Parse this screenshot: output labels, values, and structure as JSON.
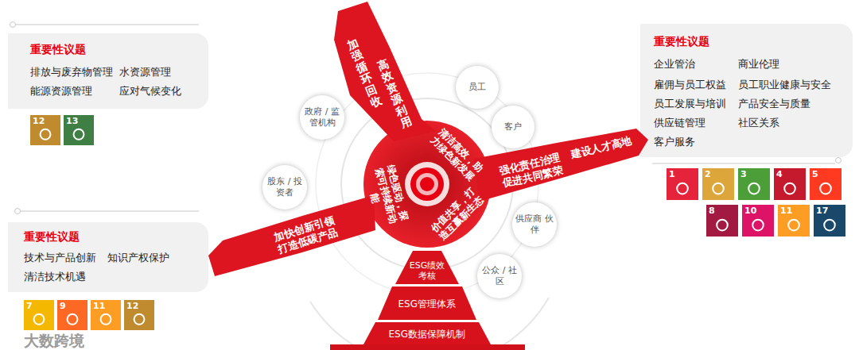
{
  "diagram": {
    "nodes": [
      {
        "text": [
          "重要性议题",
          "排放与废弃物管理",
          "水资源管理",
          "能源资源管理",
          "应对气候变化"
        ]
      },
      {
        "text": [
          "12"
        ]
      },
      {
        "text": [
          "13"
        ]
      },
      {
        "text": [
          "重要性议题",
          "技术与产品创新",
          "知识产权保护",
          "清洁技术机遇"
        ]
      },
      {
        "text": [
          "7"
        ]
      },
      {
        "text": [
          "9"
        ]
      },
      {
        "text": [
          "11"
        ]
      },
      {
        "text": [
          "12"
        ]
      },
      {
        "text": [
          "重要性议题",
          "企业管治",
          "商业伦理",
          "雇佣与员工权益",
          "员工职业健康与安全",
          "员工发展与培训",
          "产品安全与质量",
          "供应链管理",
          "社区关系",
          "客户服务"
        ]
      },
      {
        "text": [
          "1"
        ]
      },
      {
        "text": [
          "2"
        ]
      },
      {
        "text": [
          "3"
        ]
      },
      {
        "text": [
          "4"
        ]
      },
      {
        "text": [
          "5"
        ]
      },
      {
        "text": [
          "8"
        ]
      },
      {
        "text": [
          "10"
        ]
      },
      {
        "text": [
          "11"
        ]
      },
      {
        "text": [
          "17"
        ]
      },
      {
        "text": [
          "加强循环回收",
          "高效资源利用"
        ]
      },
      {
        "text": [
          "强化责任治理 促进共同繁荣",
          "建设人才高地"
        ]
      },
      {
        "text": [
          "加快创新引领 打造低碳产品"
        ]
      },
      {
        "text": [
          "政府 / 监管机构"
        ]
      },
      {
        "text": [
          "员工"
        ]
      },
      {
        "text": [
          "客户"
        ]
      },
      {
        "text": [
          "股东 / 投资者"
        ]
      },
      {
        "text": [
          "供应商 伙伴"
        ]
      },
      {
        "text": [
          "公众 / 社区"
        ]
      },
      {
        "text": [
          "ESG绩效考核"
        ]
      },
      {
        "text": [
          "ESG管理体系"
        ]
      },
      {
        "text": [
          "ESG数据保障机制"
        ]
      }
    ],
    "labels": [
      "清洁高效，助力绿色新发展",
      "价值共享，打造互赢新生态",
      "绿色驱动，探索可持续新动能",
      "大数跨境"
    ]
  }
}
